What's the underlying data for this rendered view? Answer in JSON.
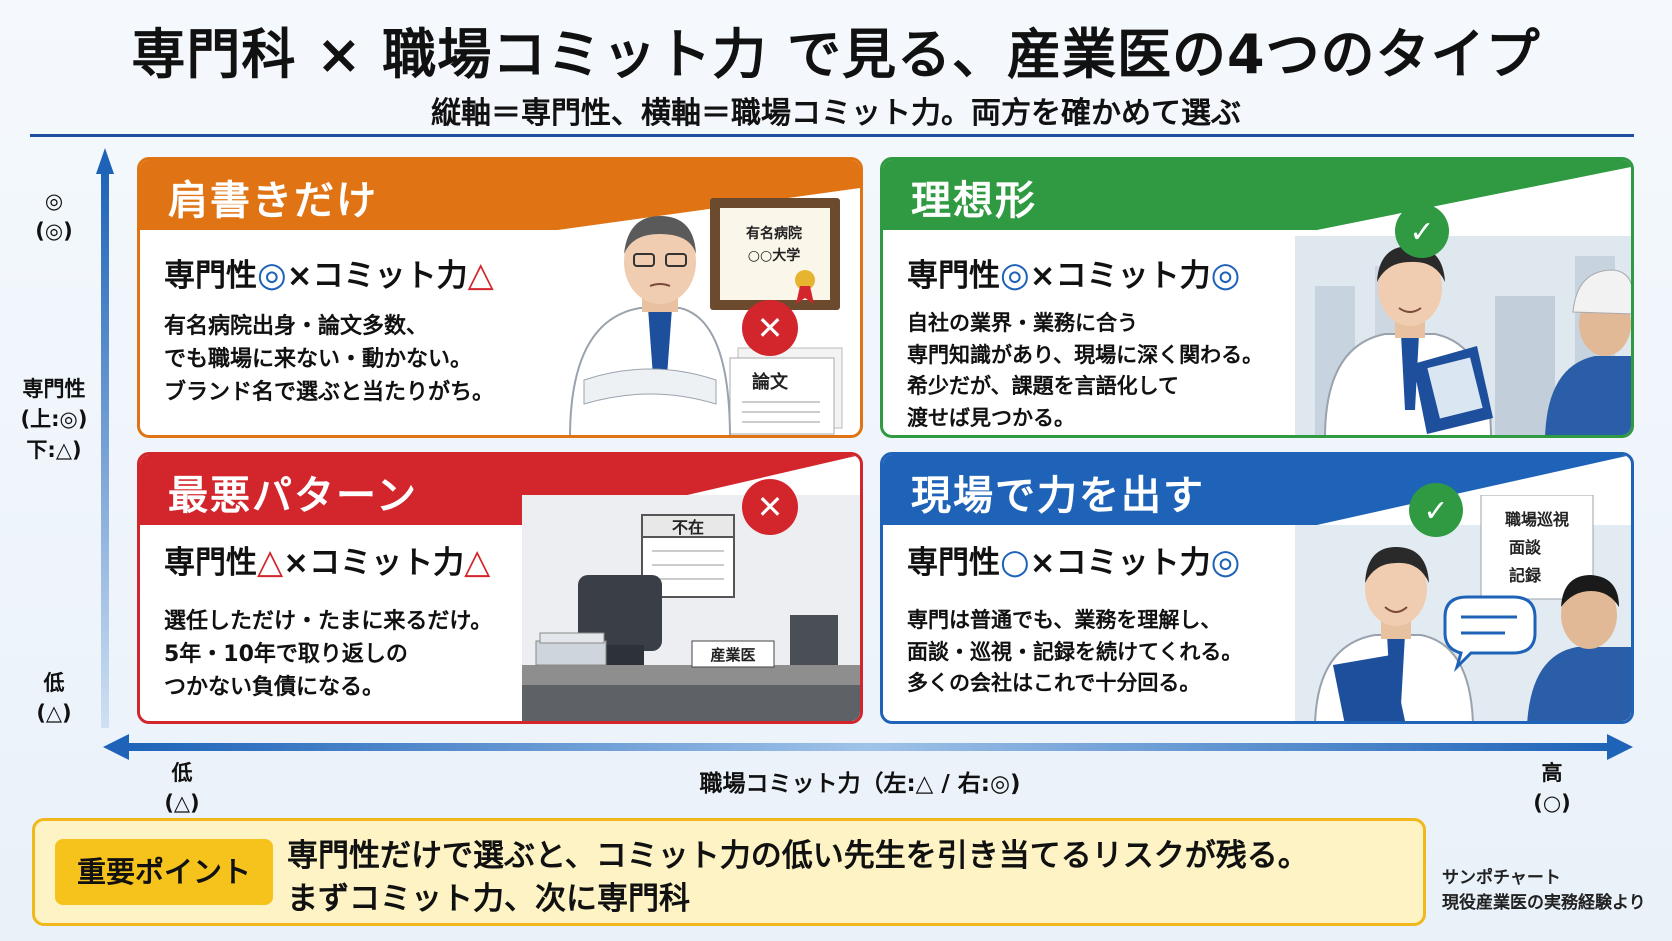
{
  "title": "専門科 × 職場コミット力 で見る、産業医の4つのタイプ",
  "subtitle": "縦軸＝専門性、横軸＝職場コミット力。両方を確かめて選ぶ",
  "vaxis": {
    "top": "◎\n(◎)",
    "label": "専門性\n(上:◎)\n下:△)",
    "bottom": "低\n(△)"
  },
  "haxis": {
    "left": "低\n(△)",
    "label": "職場コミット力（左:△ / 右:◎)",
    "right": "高\n(○)"
  },
  "quadrants": {
    "top_left": {
      "title": "肩書きだけ",
      "rating_prefix": "専門性",
      "rating_a": "◎",
      "rating_mid": "×コミット力",
      "rating_b": "△",
      "desc": "有名病院出身・論文多数、\nでも職場に来ない・動かない。\nブランド名で選ぶと当たりがち。",
      "cert_line1": "有名病院",
      "cert_line2": "○○大学",
      "paper": "論文",
      "mark": "✕"
    },
    "top_right": {
      "title": "理想形",
      "rating_prefix": "専門性",
      "rating_a": "◎",
      "rating_mid": "×コミット力",
      "rating_b": "◎",
      "desc": "自社の業界・業務に合う\n専門知識があり、現場に深く関わる。\n希少だが、課題を言語化して\n渡せば見つかる。",
      "mark": "✓"
    },
    "bottom_left": {
      "title": "最悪パターン",
      "rating_prefix": "専門性",
      "rating_a": "△",
      "rating_mid": "×コミット力",
      "rating_b": "△",
      "desc": "選任しただけ・たまに来るだけ。\n5年・10年で取り返しの\nつかない負債になる。",
      "calendar": "不在",
      "nameplate": "産業医",
      "mark": "✕"
    },
    "bottom_right": {
      "title": "現場で力を出す",
      "rating_prefix": "専門性",
      "rating_a": "○",
      "rating_mid": "×コミット力",
      "rating_b": "◎",
      "desc": "専門は普通でも、業務を理解し、\n面談・巡視・記録を続けてくれる。\n多くの会社はこれで十分回る。",
      "board": "職場巡視\n面談\n記録",
      "mark": "✓"
    }
  },
  "footer": {
    "badge": "重要ポイント",
    "text": "専門性だけで選ぶと、コミット力の低い先生を引き当てるリスクが残る。\nまずコミット力、次に専門科"
  },
  "credit": "サンポチャート\n現役産業医の実務経験より",
  "colors": {
    "orange": "#e07414",
    "green": "#2f9a41",
    "red": "#d3252c",
    "blue": "#1e63b8",
    "navy": "#1d4f9c",
    "yellow": "#f6c21c"
  }
}
